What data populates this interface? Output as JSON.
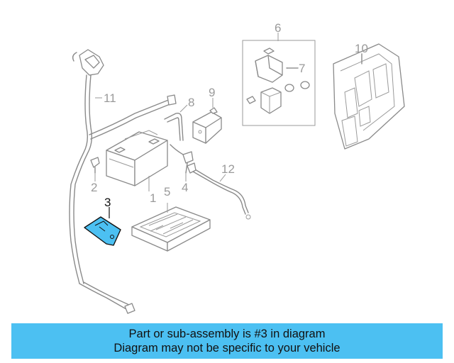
{
  "diagram": {
    "callouts": [
      {
        "id": "1",
        "text": "1"
      },
      {
        "id": "2",
        "text": "2"
      },
      {
        "id": "3",
        "text": "3"
      },
      {
        "id": "4",
        "text": "4"
      },
      {
        "id": "5",
        "text": "5"
      },
      {
        "id": "6",
        "text": "6"
      },
      {
        "id": "7",
        "text": "7"
      },
      {
        "id": "8",
        "text": "8"
      },
      {
        "id": "9",
        "text": "9"
      },
      {
        "id": "10",
        "text": "10"
      },
      {
        "id": "11",
        "text": "11"
      },
      {
        "id": "12",
        "text": "12"
      }
    ],
    "highlighted_part": "3",
    "highlight_color": "#4cc0f2"
  },
  "banner": {
    "line1": "Part or sub-assembly is #3 in diagram",
    "line2": "Diagram may not be specific to your vehicle",
    "background": "#4cc0f2"
  }
}
